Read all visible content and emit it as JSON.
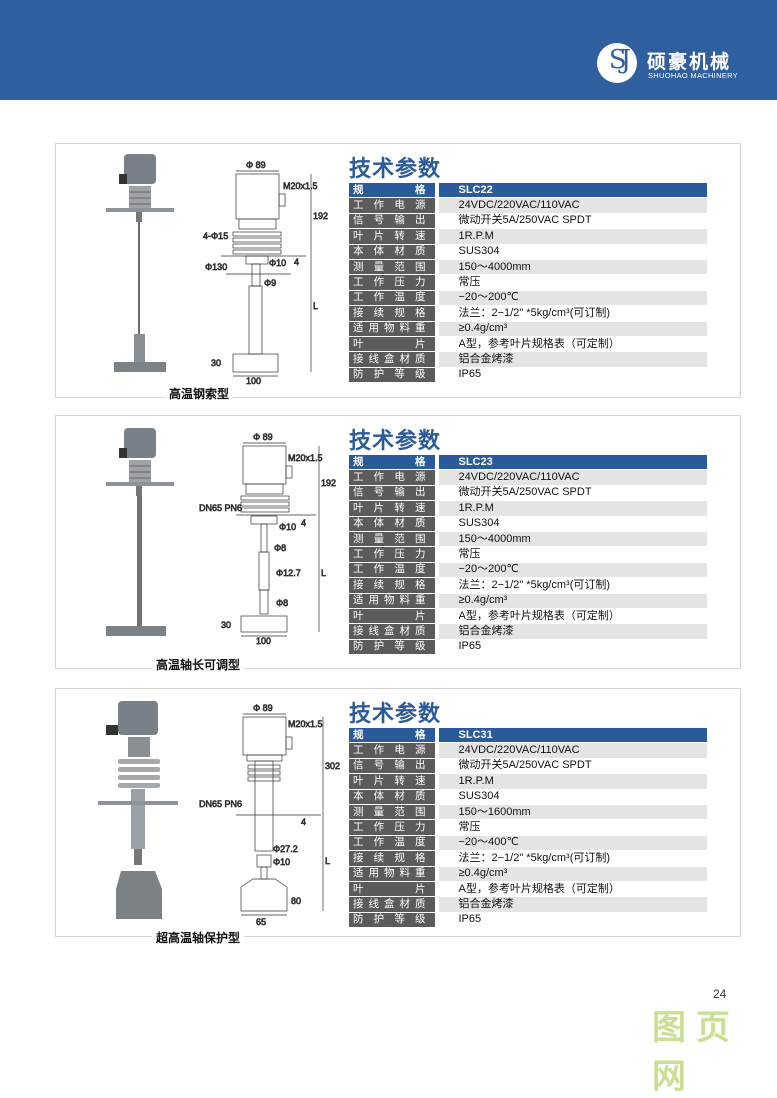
{
  "brand": {
    "logo_text": "SJ",
    "name_cn": "硕豪机械",
    "name_en": "SHUOHAO MACHINERY"
  },
  "products": [
    {
      "title": "技术参数",
      "caption": "高温钢索型",
      "dims": {
        "d_head": "Φ 89",
        "thread": "M20x1.5",
        "height": "192",
        "holes": "4-Φ15",
        "flange": "Φ130",
        "d10": "Φ10",
        "d9": "Φ9",
        "L": "L",
        "t30": "30",
        "w100": "100",
        "t4": "4"
      },
      "rows": [
        [
          "规格",
          "SLC22"
        ],
        [
          "工作电源",
          "24VDC/220VAC/110VAC"
        ],
        [
          "信号输出",
          "微动开关5A/250VAC SPDT"
        ],
        [
          "叶片转速",
          "1R.P.M"
        ],
        [
          "本体材质",
          "SUS304"
        ],
        [
          "测量范围",
          "150～4000mm"
        ],
        [
          "工作压力",
          "常压"
        ],
        [
          "工作温度",
          "−20～200℃"
        ],
        [
          "接续规格",
          "法兰：2−1/2\" *5kg/cm³(可订制)"
        ],
        [
          "适用物料重",
          "≥0.4g/cm³"
        ],
        [
          "叶片",
          "A型，参考叶片规格表（可定制）"
        ],
        [
          "接线盒材质",
          "铝合金烤漆"
        ],
        [
          "防护等级",
          "IP65"
        ]
      ]
    },
    {
      "title": "技术参数",
      "caption": "高温轴长可调型",
      "dims": {
        "d_head": "Φ 89",
        "thread": "M20x1.5",
        "height": "192",
        "flange": "DN65 PN6",
        "d10": "Φ10",
        "d8a": "Φ8",
        "d127": "Φ12.7",
        "d8b": "Φ8",
        "L": "L",
        "t30": "30",
        "w100": "100",
        "t4": "4"
      },
      "rows": [
        [
          "规格",
          "SLC23"
        ],
        [
          "工作电源",
          "24VDC/220VAC/110VAC"
        ],
        [
          "信号输出",
          "微动开关5A/250VAC SPDT"
        ],
        [
          "叶片转速",
          "1R.P.M"
        ],
        [
          "本体材质",
          "SUS304"
        ],
        [
          "测量范围",
          "150～4000mm"
        ],
        [
          "工作压力",
          "常压"
        ],
        [
          "工作温度",
          "−20～200℃"
        ],
        [
          "接续规格",
          "法兰：2−1/2\" *5kg/cm³(可订制)"
        ],
        [
          "适用物料重",
          "≥0.4g/cm³"
        ],
        [
          "叶片",
          "A型，参考叶片规格表（可定制）"
        ],
        [
          "接线盒材质",
          "铝合金烤漆"
        ],
        [
          "防护等级",
          "IP65"
        ]
      ]
    },
    {
      "title": "技术参数",
      "caption": "超高温轴保护型",
      "dims": {
        "d_head": "Φ 89",
        "thread": "M20x1.5",
        "height": "302",
        "flange": "DN65 PN6",
        "d272": "Φ27.2",
        "d10": "Φ10",
        "L": "L",
        "h80": "80",
        "w65": "65",
        "t4": "4"
      },
      "rows": [
        [
          "规格",
          "SLC31"
        ],
        [
          "工作电源",
          "24VDC/220VAC/110VAC"
        ],
        [
          "信号输出",
          "微动开关5A/250VAC SPDT"
        ],
        [
          "叶片转速",
          "1R.P.M"
        ],
        [
          "本体材质",
          "SUS304"
        ],
        [
          "测量范围",
          "150～1600mm"
        ],
        [
          "工作压力",
          "常压"
        ],
        [
          "工作温度",
          "−20～400℃"
        ],
        [
          "接续规格",
          "法兰：2−1/2\" *5kg/cm³(可订制)"
        ],
        [
          "适用物料重",
          "≥0.4g/cm³"
        ],
        [
          "叶片",
          "A型，参考叶片规格表（可定制）"
        ],
        [
          "接线盒材质",
          "铝合金烤漆"
        ],
        [
          "防护等级",
          "IP65"
        ]
      ]
    }
  ],
  "page_number": "24",
  "watermark": "图页网"
}
